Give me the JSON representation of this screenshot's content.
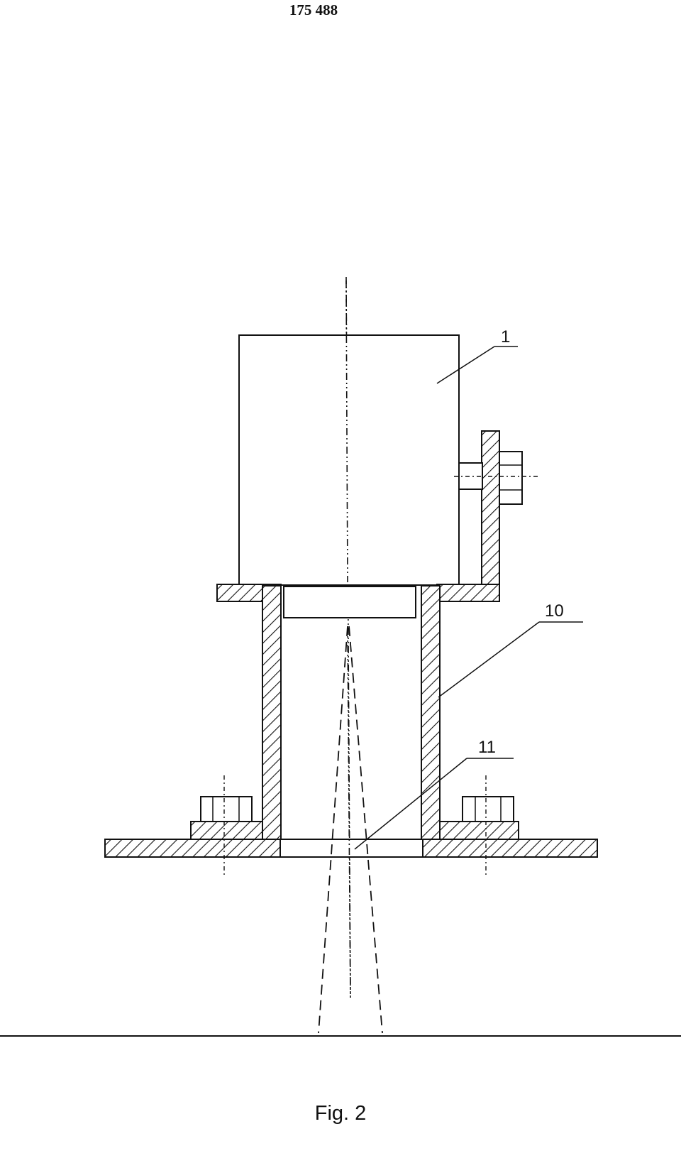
{
  "header": {
    "page_number": "175 488"
  },
  "figure": {
    "caption": "Fig. 2",
    "reference_labels": [
      {
        "id": "1",
        "text": "1"
      },
      {
        "id": "10",
        "text": "10"
      },
      {
        "id": "11",
        "text": "11"
      }
    ]
  }
}
